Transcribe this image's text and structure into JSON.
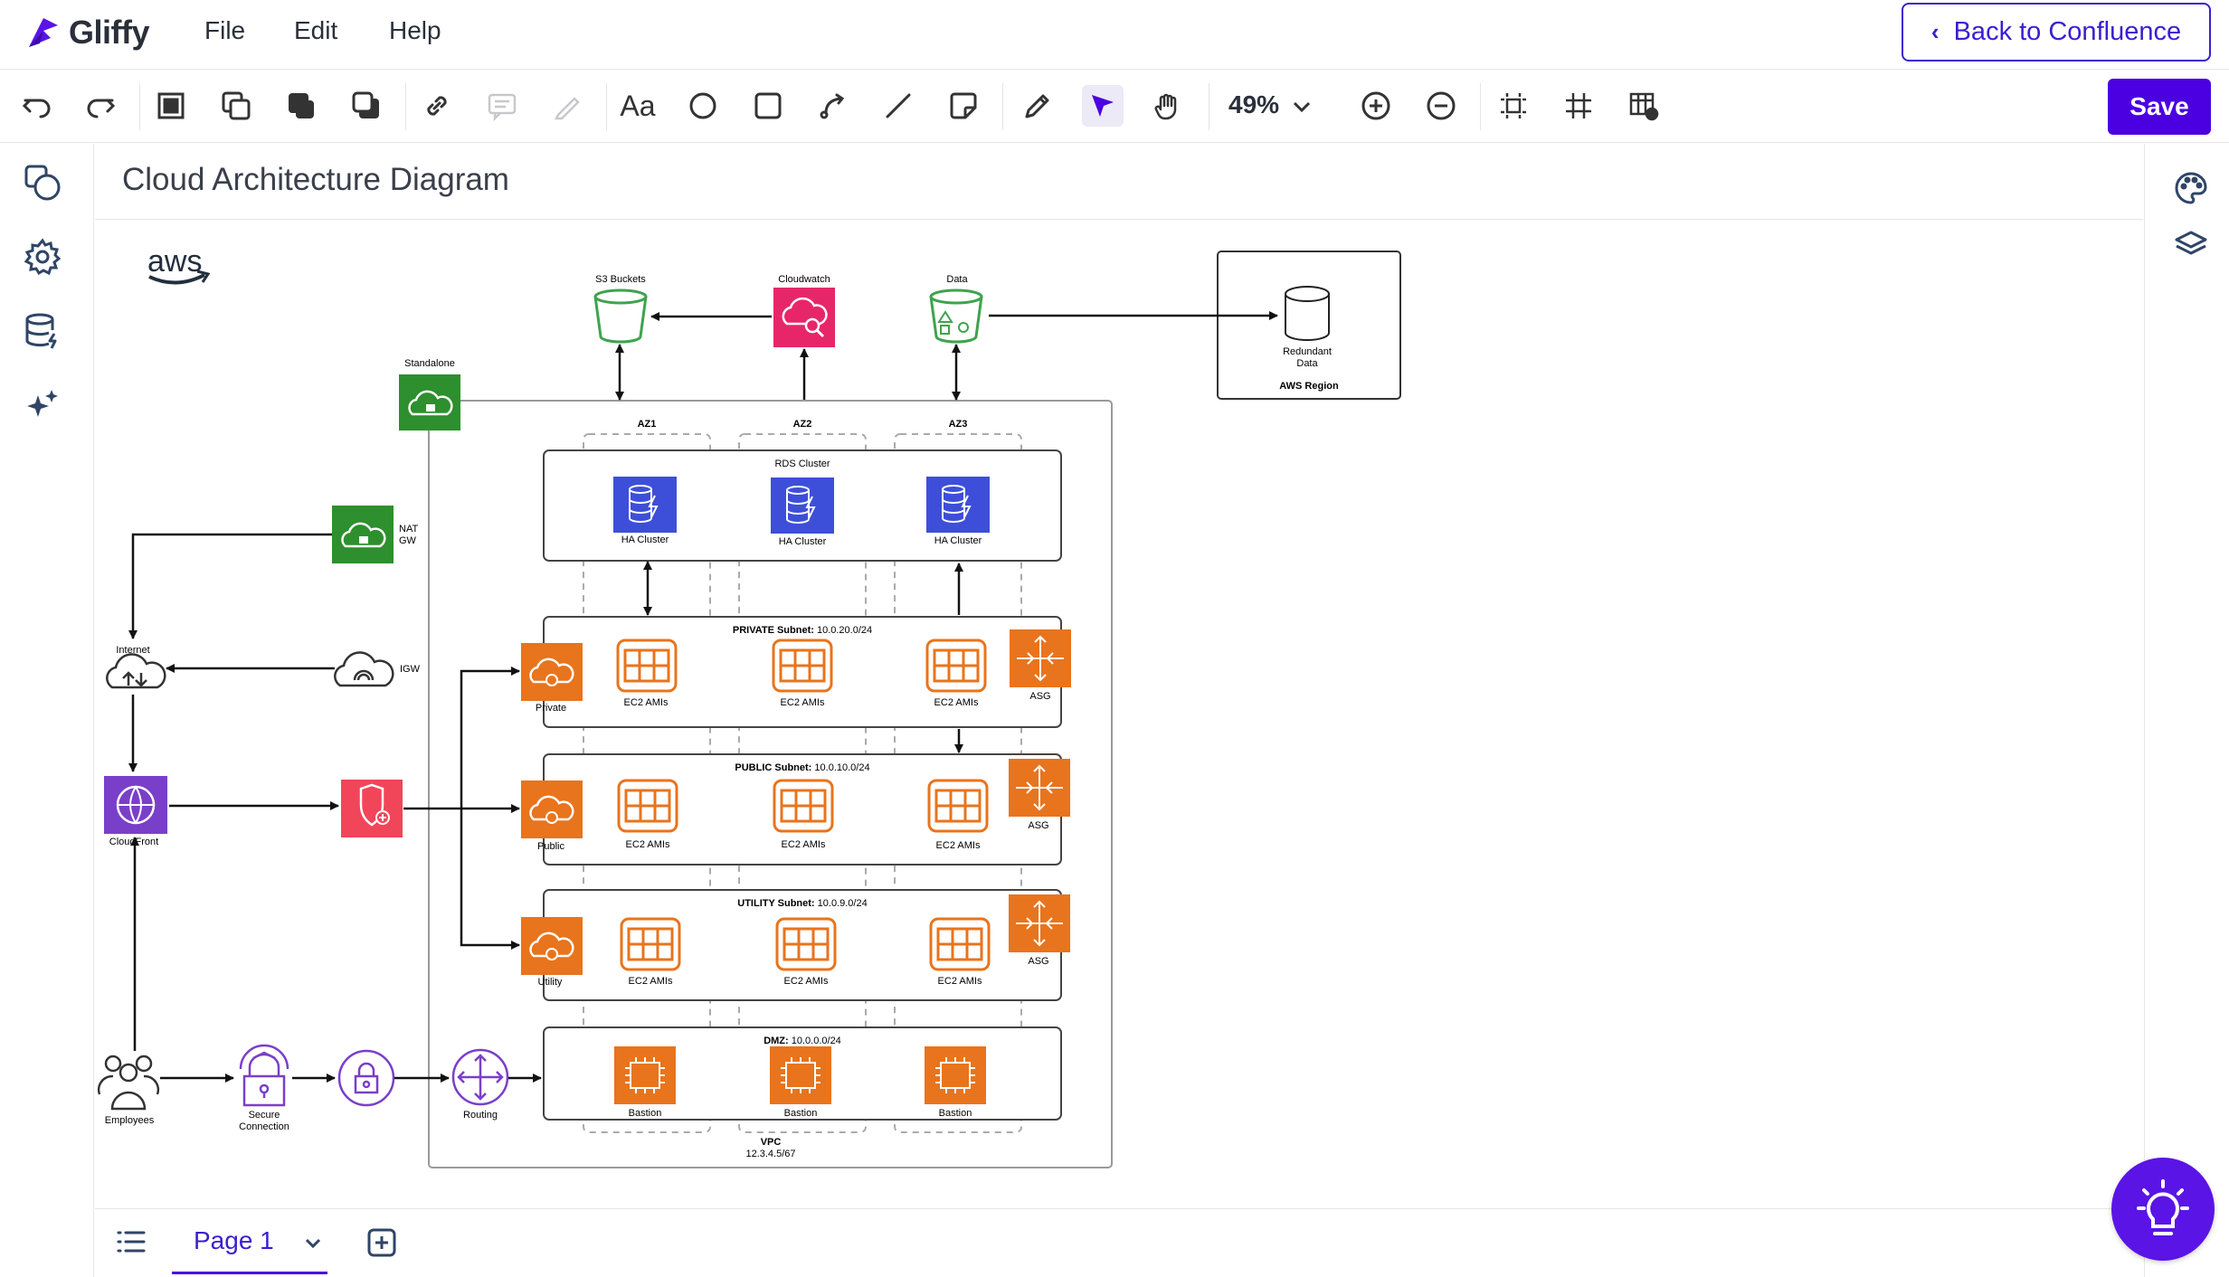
{
  "app": {
    "name": "Gliffy"
  },
  "menu": {
    "file": "File",
    "edit": "Edit",
    "help": "Help"
  },
  "header": {
    "back_label": "Back to Confluence"
  },
  "toolbar": {
    "zoom": "49%",
    "save_label": "Save"
  },
  "document": {
    "title": "Cloud Architecture Diagram"
  },
  "pages": {
    "current": "Page 1"
  },
  "diagram": {
    "aws_logo": "aws",
    "s3_label": "S3 Buckets",
    "cloudwatch_label": "Cloudwatch",
    "data_label": "Data",
    "redundant_label_1": "Redundant",
    "redundant_label_2": "Data",
    "aws_region_label": "AWS Region",
    "standalone_label": "Standalone",
    "az1": "AZ1",
    "az2": "AZ2",
    "az3": "AZ3",
    "rds_cluster": "RDS Cluster",
    "ha_cluster": "HA Cluster",
    "nat_label_1": "NAT",
    "nat_label_2": "GW",
    "internet_label": "Internet",
    "igw_label": "IGW",
    "private_subnet_bold": "PRIVATE Subnet:",
    "private_subnet_cidr": "10.0.20.0/24",
    "public_subnet_bold": "PUBLIC Subnet:",
    "public_subnet_cidr": "10.0.10.0/24",
    "utility_subnet_bold": "UTILITY Subnet:",
    "utility_subnet_cidr": "10.0.9.0/24",
    "dmz_bold": "DMZ:",
    "dmz_cidr": "10.0.0.0/24",
    "ec2_amis": "EC2 AMIs",
    "asg": "ASG",
    "private_label": "Private",
    "public_label": "Public",
    "utility_label": "Utility",
    "cloudfront_label": "CloudFront",
    "employees_label": "Employees",
    "secure_label_1": "Secure",
    "secure_label_2": "Connection",
    "routing_label": "Routing",
    "bastion_label": "Bastion",
    "vpc_label": "VPC",
    "vpc_cidr": "12.3.4.5/67"
  },
  "colors": {
    "accent": "#4a00e0",
    "aws_orange": "#e8741d",
    "aws_green": "#2d9a2e",
    "aws_blue": "#3d4fd8",
    "aws_purple": "#7a3fc9",
    "aws_pink": "#e7266a",
    "aws_red": "#f1455a"
  }
}
